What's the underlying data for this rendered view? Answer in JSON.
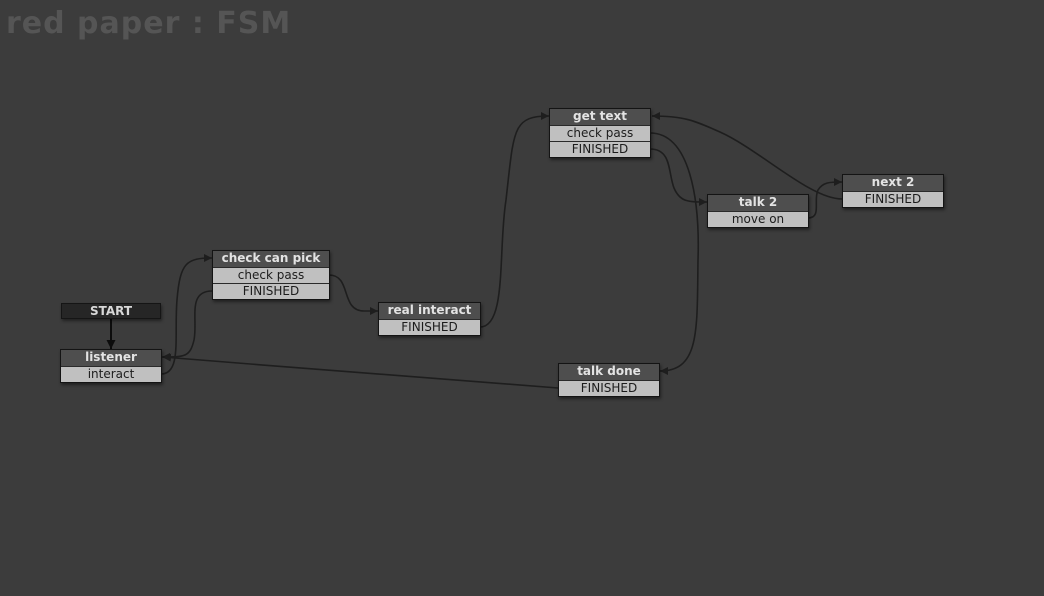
{
  "title": "red paper : FSM",
  "start_label": "START",
  "states": {
    "listener": {
      "name": "listener",
      "events": [
        "interact"
      ]
    },
    "check_can_pick": {
      "name": "check can pick",
      "events": [
        "check pass",
        "FINISHED"
      ]
    },
    "real_interact": {
      "name": "real interact",
      "events": [
        "FINISHED"
      ]
    },
    "get_text": {
      "name": "get text",
      "events": [
        "check pass",
        "FINISHED"
      ]
    },
    "talk_2": {
      "name": "talk 2",
      "events": [
        "move on"
      ]
    },
    "next_2": {
      "name": "next 2",
      "events": [
        "FINISHED"
      ]
    },
    "talk_done": {
      "name": "talk done",
      "events": [
        "FINISHED"
      ]
    }
  },
  "transitions": [
    {
      "from": "START",
      "to": "listener"
    },
    {
      "from": "listener",
      "event": "interact",
      "to": "check can pick"
    },
    {
      "from": "check can pick",
      "event": "check pass",
      "to": "real interact"
    },
    {
      "from": "check can pick",
      "event": "FINISHED",
      "to": "listener"
    },
    {
      "from": "real interact",
      "event": "FINISHED",
      "to": "get text"
    },
    {
      "from": "get text",
      "event": "check pass",
      "to": "talk done"
    },
    {
      "from": "get text",
      "event": "FINISHED",
      "to": "talk 2"
    },
    {
      "from": "talk 2",
      "event": "move on",
      "to": "next 2"
    },
    {
      "from": "next 2",
      "event": "FINISHED",
      "to": "get text"
    },
    {
      "from": "talk done",
      "event": "FINISHED",
      "to": "listener"
    }
  ],
  "colors": {
    "background": "#3c3c3c",
    "header": "#4e4e4e",
    "event_row": "#c0c0c0",
    "link": "#1e1e1e"
  }
}
